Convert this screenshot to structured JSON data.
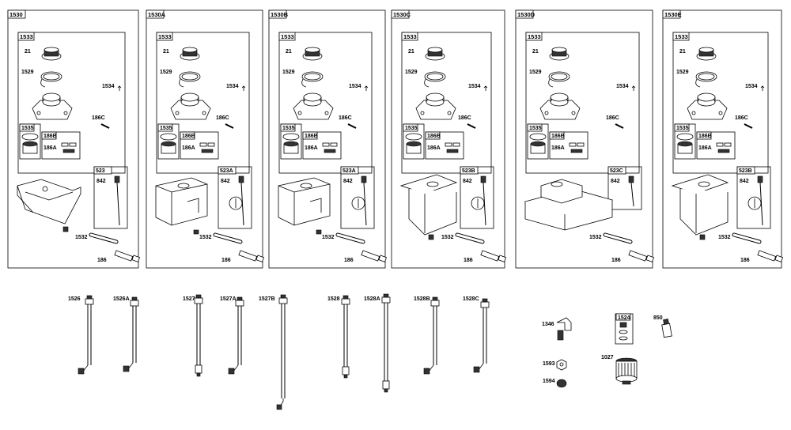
{
  "panels": [
    {
      "id": "1530",
      "sub": "1533",
      "cap": "21",
      "ring": "1529",
      "body": "1534",
      "screw": "186C",
      "filterBox": "1535",
      "bladder": "186B",
      "fitting": "186A",
      "gauge": "523",
      "sender": "842",
      "tube": "1532",
      "clamp": "186",
      "variant": "flat"
    },
    {
      "id": "1530A",
      "sub": "1533",
      "cap": "21",
      "ring": "1529",
      "body": "1534",
      "screw": "186C",
      "filterBox": "1535",
      "bladder": "186B",
      "fitting": "186A",
      "gauge": "523A",
      "sender": "842",
      "tube": "1532",
      "clamp": "186",
      "variant": "box"
    },
    {
      "id": "1530B",
      "sub": "1533",
      "cap": "21",
      "ring": "1529",
      "body": "1534",
      "screw": "186C",
      "filterBox": "1535",
      "bladder": "186B",
      "fitting": "186A",
      "gauge": "523A",
      "sender": "842",
      "tube": "1532",
      "clamp": "186",
      "variant": "box"
    },
    {
      "id": "1530C",
      "sub": "1533",
      "cap": "21",
      "ring": "1529",
      "body": "1534",
      "screw": "186C",
      "filterBox": "1535",
      "bladder": "186B",
      "fitting": "186A",
      "gauge": "523B",
      "sender": "842",
      "tube": "1532",
      "clamp": "186",
      "variant": "tall"
    },
    {
      "id": "1530D",
      "sub": "1533",
      "cap": "21",
      "ring": "1529",
      "body": "1534",
      "screw": "186C",
      "filterBox": "1535",
      "bladder": "186B",
      "fitting": "186A",
      "gauge": "523C",
      "sender": "842",
      "tube": "1532",
      "clamp": "186",
      "variant": "wide"
    },
    {
      "id": "1530E",
      "sub": "1533",
      "cap": "21",
      "ring": "1529",
      "body": "1534",
      "screw": "186C",
      "filterBox": "1535",
      "bladder": "186B",
      "fitting": "186A",
      "gauge": "523B",
      "sender": "842",
      "tube": "1532",
      "clamp": "186",
      "variant": "tall"
    }
  ],
  "hoses": [
    "1526",
    "1526A",
    "1527",
    "1527A",
    "1527B",
    "1528",
    "1528A",
    "1528B",
    "1528C"
  ],
  "misc": {
    "elbow": "1346",
    "nut": "1593",
    "grommet": "1594",
    "kit": "1524",
    "sealant": "850",
    "filter": "1027"
  }
}
